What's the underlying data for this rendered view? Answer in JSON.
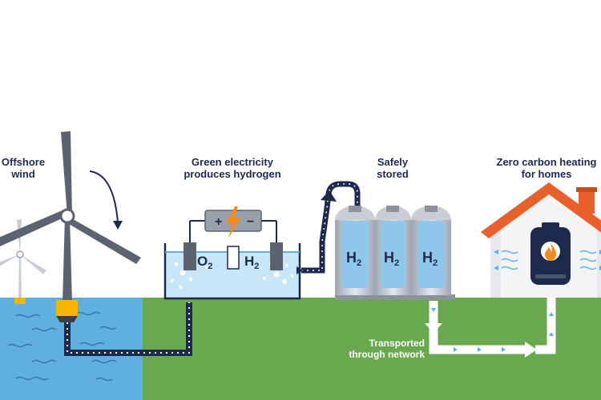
{
  "labels": {
    "offshore_line1": "Offshore",
    "offshore_line2": "wind",
    "electrolysis_line1": "Green electricity",
    "electrolysis_line2": "produces hydrogen",
    "storage_line1": "Safely",
    "storage_line2": "stored",
    "heating_line1": "Zero carbon heating",
    "heating_line2": "for homes",
    "transport_line1": "Transported",
    "transport_line2": "through network"
  },
  "battery": {
    "plus": "+",
    "minus": "−"
  },
  "chemicals": {
    "oxygen": "O",
    "hydrogen": "H",
    "subscript": "2"
  },
  "colors": {
    "sea": "#5fb0de",
    "land": "#6aa84f",
    "navy": "#1d2a4d",
    "water": "#c7e6f7",
    "tank": "#8fc7ea",
    "roof": "#e8602c",
    "flame": "#f28a1e"
  },
  "icons": [
    "lightning-icon",
    "flame-icon",
    "wind-turbine-icon",
    "house-icon",
    "boiler-icon",
    "arrow-icon"
  ]
}
